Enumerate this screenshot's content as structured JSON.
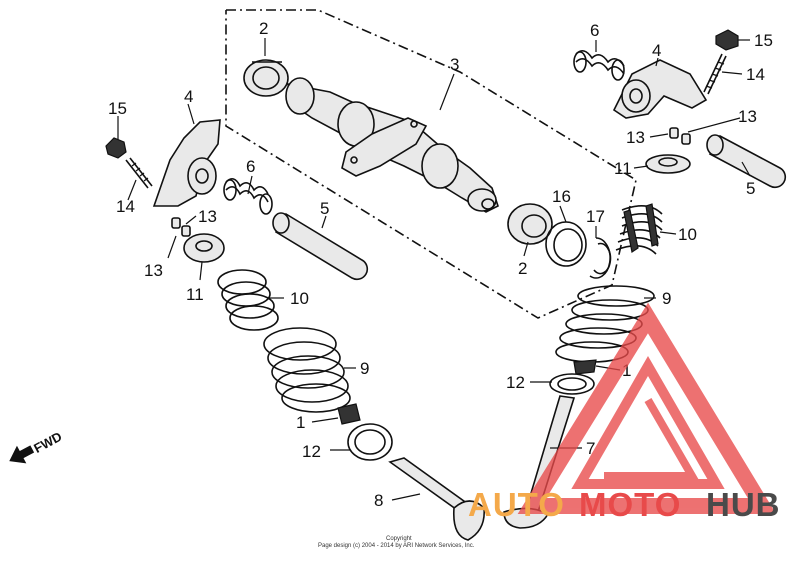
{
  "labels": {
    "cam_bearing_top": "2",
    "camshaft": "3",
    "rocker_arm_right": "4",
    "rocker_arm_left": "4",
    "rocker_shaft_left": "5",
    "rocker_shaft_right": "5",
    "spring_right_top": "6",
    "spring_left": "6",
    "adjust_nut_right": "15",
    "adjust_screw_right": "14",
    "adjust_nut_left": "15",
    "adjust_screw_left": "14",
    "pin_right_a": "13",
    "pin_right_b": "13",
    "pin_left_a": "13",
    "pin_left_b": "13",
    "retainer_right": "11",
    "retainer_left": "11",
    "outer_spring_right": "10",
    "outer_spring_left": "10",
    "cam_bearing_bottom": "2",
    "oil_seal": "16",
    "circlip": "17",
    "inner_spring_right": "9",
    "inner_spring_left": "9",
    "cotter_right": "1",
    "cotter_left": "1",
    "seat_right": "12",
    "seat_left": "12",
    "valve_right": "7",
    "valve_left": "8"
  },
  "fwd_label": "FWD",
  "watermark": {
    "part1": "AUTO",
    "part2": "MOTO",
    "part3": "HUB",
    "color_orange": "#f4a94a",
    "color_red": "#e84a4a",
    "color_dark": "#4a4a4a"
  },
  "copyright": {
    "line1": "Copyright",
    "line2": "Page design (c) 2004 - 2014 by ARI Network Services, Inc."
  }
}
